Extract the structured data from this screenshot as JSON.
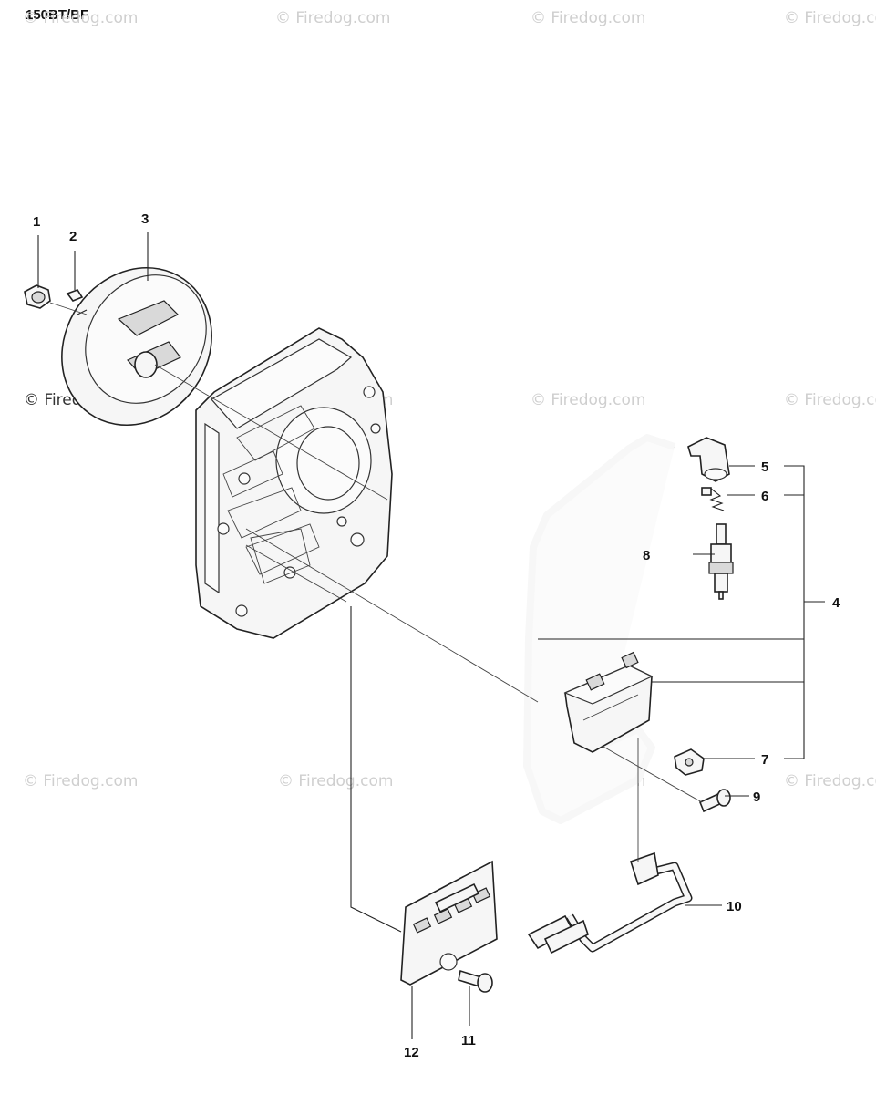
{
  "model_label": "150BT/BF",
  "watermark_text": "© Firedog.com",
  "callouts": [
    {
      "id": "1",
      "label": "1"
    },
    {
      "id": "2",
      "label": "2"
    },
    {
      "id": "3",
      "label": "3"
    },
    {
      "id": "4",
      "label": "4"
    },
    {
      "id": "5",
      "label": "5"
    },
    {
      "id": "6",
      "label": "6"
    },
    {
      "id": "7",
      "label": "7"
    },
    {
      "id": "8",
      "label": "8"
    },
    {
      "id": "9",
      "label": "9"
    },
    {
      "id": "10",
      "label": "10"
    },
    {
      "id": "11",
      "label": "11"
    },
    {
      "id": "12",
      "label": "12"
    }
  ],
  "colors": {
    "ink": "#222222",
    "watermark": "#cfcfcf",
    "background": "#ffffff"
  }
}
